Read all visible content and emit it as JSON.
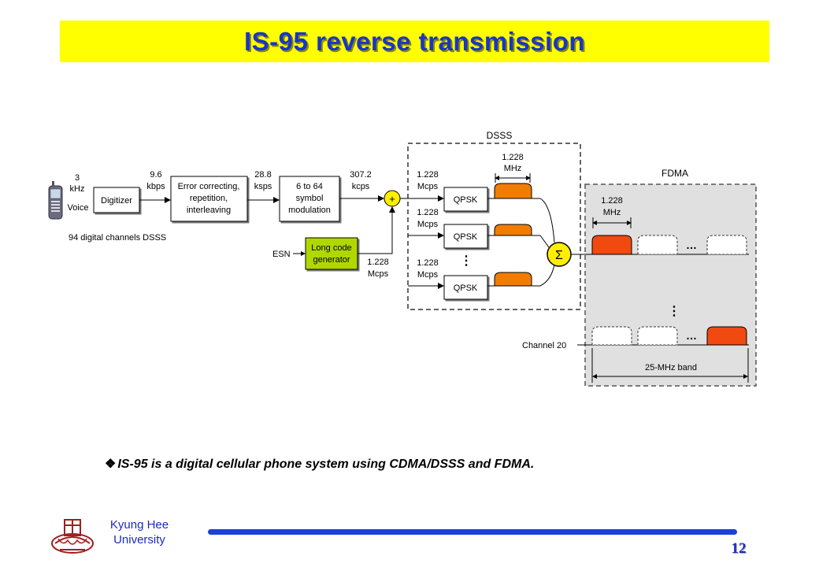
{
  "slide": {
    "title": "IS-95 reverse transmission",
    "caption": "IS-95 is a digital cellular phone system using CDMA/DSSS and FDMA.",
    "caption_bullet": "❖",
    "university": "Kyung Hee University",
    "page_number": "12"
  },
  "diagram": {
    "input_rate": [
      "3",
      "kHz"
    ],
    "voice_label": "Voice",
    "digitizer_label": "Digitizer",
    "rate_after_digitizer": [
      "9.6",
      "kbps"
    ],
    "error_block": [
      "Error correcting,",
      "repetition,",
      "interleaving"
    ],
    "rate_after_error": [
      "28.8",
      "ksps"
    ],
    "symbol_block": [
      "6 to 64",
      "symbol",
      "modulation"
    ],
    "rate_after_symbol": [
      "307.2",
      "kcps"
    ],
    "adder_symbol": "+",
    "channels_note": "94 digital channels DSSS",
    "esn_label": "ESN",
    "long_code_block": [
      "Long code",
      "generator"
    ],
    "long_code_rate": [
      "1.228",
      "Mcps"
    ],
    "dsss_label": "DSSS",
    "dsss_bandwidth": [
      "1.228",
      "MHz"
    ],
    "chip_rate": [
      "1.228",
      "Mcps"
    ],
    "qpsk_label": "QPSK",
    "sum_symbol": "Σ",
    "vertical_ellipsis": "⋮",
    "horizontal_ellipsis": "…",
    "fdma_label": "FDMA",
    "fdma_bandwidth": [
      "1.228",
      "MHz"
    ],
    "channel_label": "Channel 20",
    "band_label": "25-MHz band"
  },
  "colors": {
    "title_bar": "#ffff00",
    "title_text": "#1a35c8",
    "spectrum_orange": "#f07d00",
    "spectrum_red": "#f04a10",
    "adder_yellow": "#ffee00",
    "long_code_green": "#b0d800",
    "fdma_panel": "#e0e0e0",
    "footer_bar": "#1a40d8"
  },
  "icons": [
    "cell-phone-icon",
    "university-logo"
  ]
}
